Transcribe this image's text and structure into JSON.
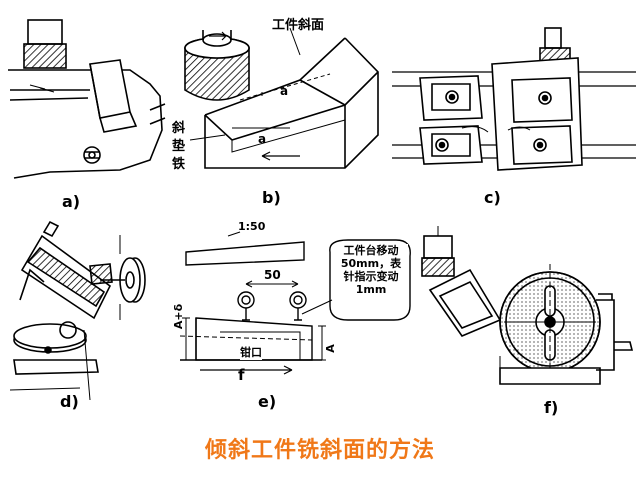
{
  "title": "倾斜工件铣斜面的方法",
  "panels": {
    "a": {
      "label": "a)"
    },
    "b": {
      "label": "b)",
      "surface_label": "工件斜面",
      "wedge_label": "斜\n垫\n铁",
      "angle_label_1": "a",
      "angle_label_2": "a"
    },
    "c": {
      "label": "c)"
    },
    "d": {
      "label": "d)"
    },
    "e": {
      "label": "e)",
      "taper_label": "1:50",
      "distance_label": "50",
      "callout": "工件台移动\n50mm，表\n针指示变动\n1mm",
      "left_dim": "A+δ",
      "right_dim": "A",
      "center_label": "钳口",
      "feed_label": "f"
    },
    "f": {
      "label": "f)"
    }
  },
  "colors": {
    "title": "#f07818",
    "line": "#000000",
    "fill_hatch": "#000000"
  }
}
